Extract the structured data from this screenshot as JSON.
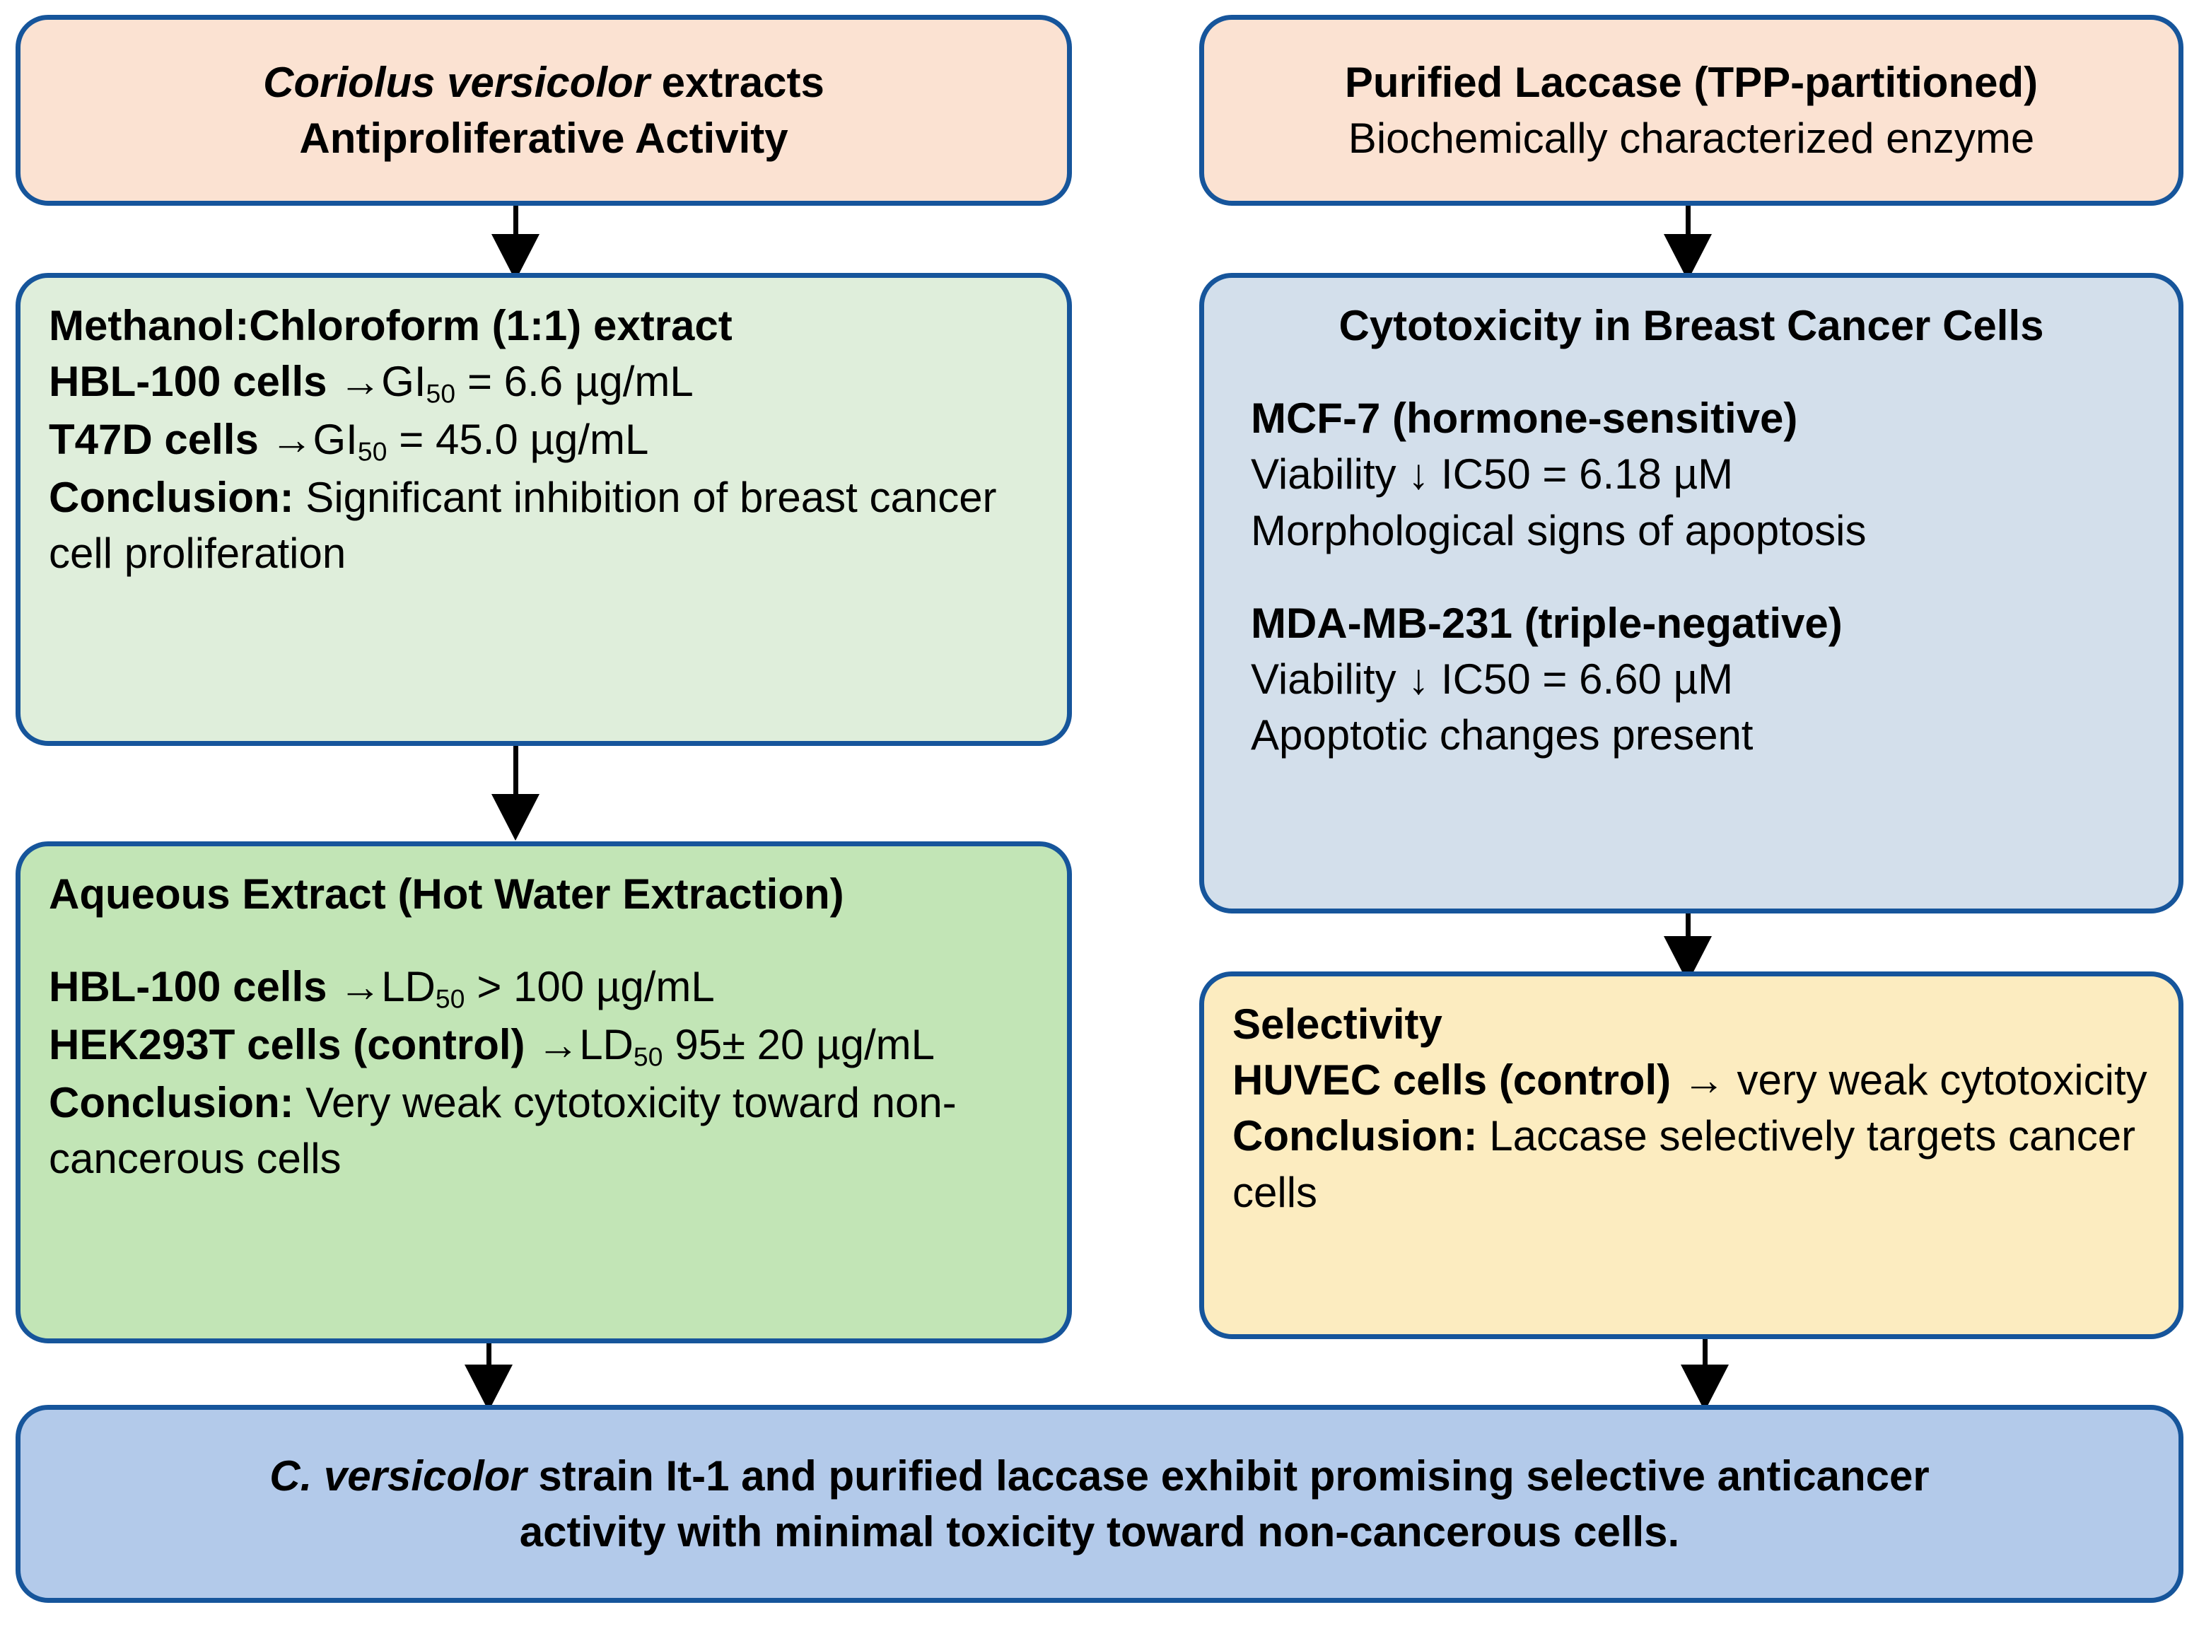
{
  "theme": {
    "border_color": "#16559b",
    "peach": "#fbe2d2",
    "light_green": "#dfeedb",
    "green": "#c2e5b6",
    "blue_grey": "#d3dfeb",
    "yellow": "#fcecc0",
    "navy_blue": "#b3caea",
    "text_color": "#000000"
  },
  "diagram": {
    "title": "Coriolus versicolor extracts and purified laccase anticancer activity flowchart",
    "left_column": {
      "header_box": {
        "line1_italic": "Coriolus versicolor",
        "line1_rest": " extracts",
        "line2": "Antiproliferative Activity"
      },
      "methanol_box": {
        "title": "Methanol:Chloroform (1:1) extract",
        "row1_label": "HBL-100 cells ",
        "row1_arrow": "→",
        "row1_metric": "GI",
        "row1_sub": "50",
        "row1_value": " = 6.6 µg/mL",
        "row2_label": "T47D cells ",
        "row2_arrow": "→",
        "row2_metric": "GI",
        "row2_sub": "50",
        "row2_value": " = 45.0 µg/mL",
        "conclusion_label": "Conclusion:",
        "conclusion_text": " Significant inhibition of breast cancer cell proliferation"
      },
      "aqueous_box": {
        "title": "Aqueous Extract (Hot Water Extraction)",
        "row1_label": "HBL-100 cells ",
        "row1_arrow": "→",
        "row1_metric": "LD",
        "row1_sub": "50",
        "row1_value": " > 100 µg/mL",
        "row2_label": "HEK293T cells (control) ",
        "row2_arrow": "→",
        "row2_metric": "LD",
        "row2_sub": "50",
        "row2_value": " 95± 20 µg/mL",
        "conclusion_label": "Conclusion:",
        "conclusion_text": " Very weak cytotoxicity toward non-cancerous cells"
      }
    },
    "right_column": {
      "header_box": {
        "line1": "Purified Laccase (TPP-partitioned)",
        "line2": "Biochemically characterized enzyme"
      },
      "cytotoxicity_box": {
        "title": "Cytotoxicity in Breast Cancer Cells",
        "cell_line_1": "MCF-7 (hormone-sensitive)",
        "cell_line_1_viability": "Viability ↓  IC50 = 6.18 µM",
        "cell_line_1_note": "Morphological signs of apoptosis",
        "cell_line_2": "MDA-MB-231 (triple-negative)",
        "cell_line_2_viability": "Viability ↓ IC50 = 6.60 µM",
        "cell_line_2_note": "Apoptotic changes present"
      },
      "selectivity_box": {
        "title": "Selectivity",
        "row1_bold": "HUVEC cells (control) ",
        "row1_arrow": "→",
        "row1_rest": " very weak cytotoxicity",
        "conclusion_label": "Conclusion:",
        "conclusion_text": " Laccase selectively targets cancer cells"
      }
    },
    "summary_box": {
      "line1_italic": "C. versicolor",
      "line1_rest": " strain It-1 and purified laccase exhibit promising selective anticancer",
      "line2": "activity with minimal toxicity toward non-cancerous cells."
    },
    "arrows": [
      {
        "name": "arrow-header-to-methanol"
      },
      {
        "name": "arrow-methanol-to-aqueous"
      },
      {
        "name": "arrow-aqueous-to-summary"
      },
      {
        "name": "arrow-laccase-to-cytotoxicity"
      },
      {
        "name": "arrow-cytotoxicity-to-selectivity"
      },
      {
        "name": "arrow-selectivity-to-summary"
      }
    ]
  }
}
